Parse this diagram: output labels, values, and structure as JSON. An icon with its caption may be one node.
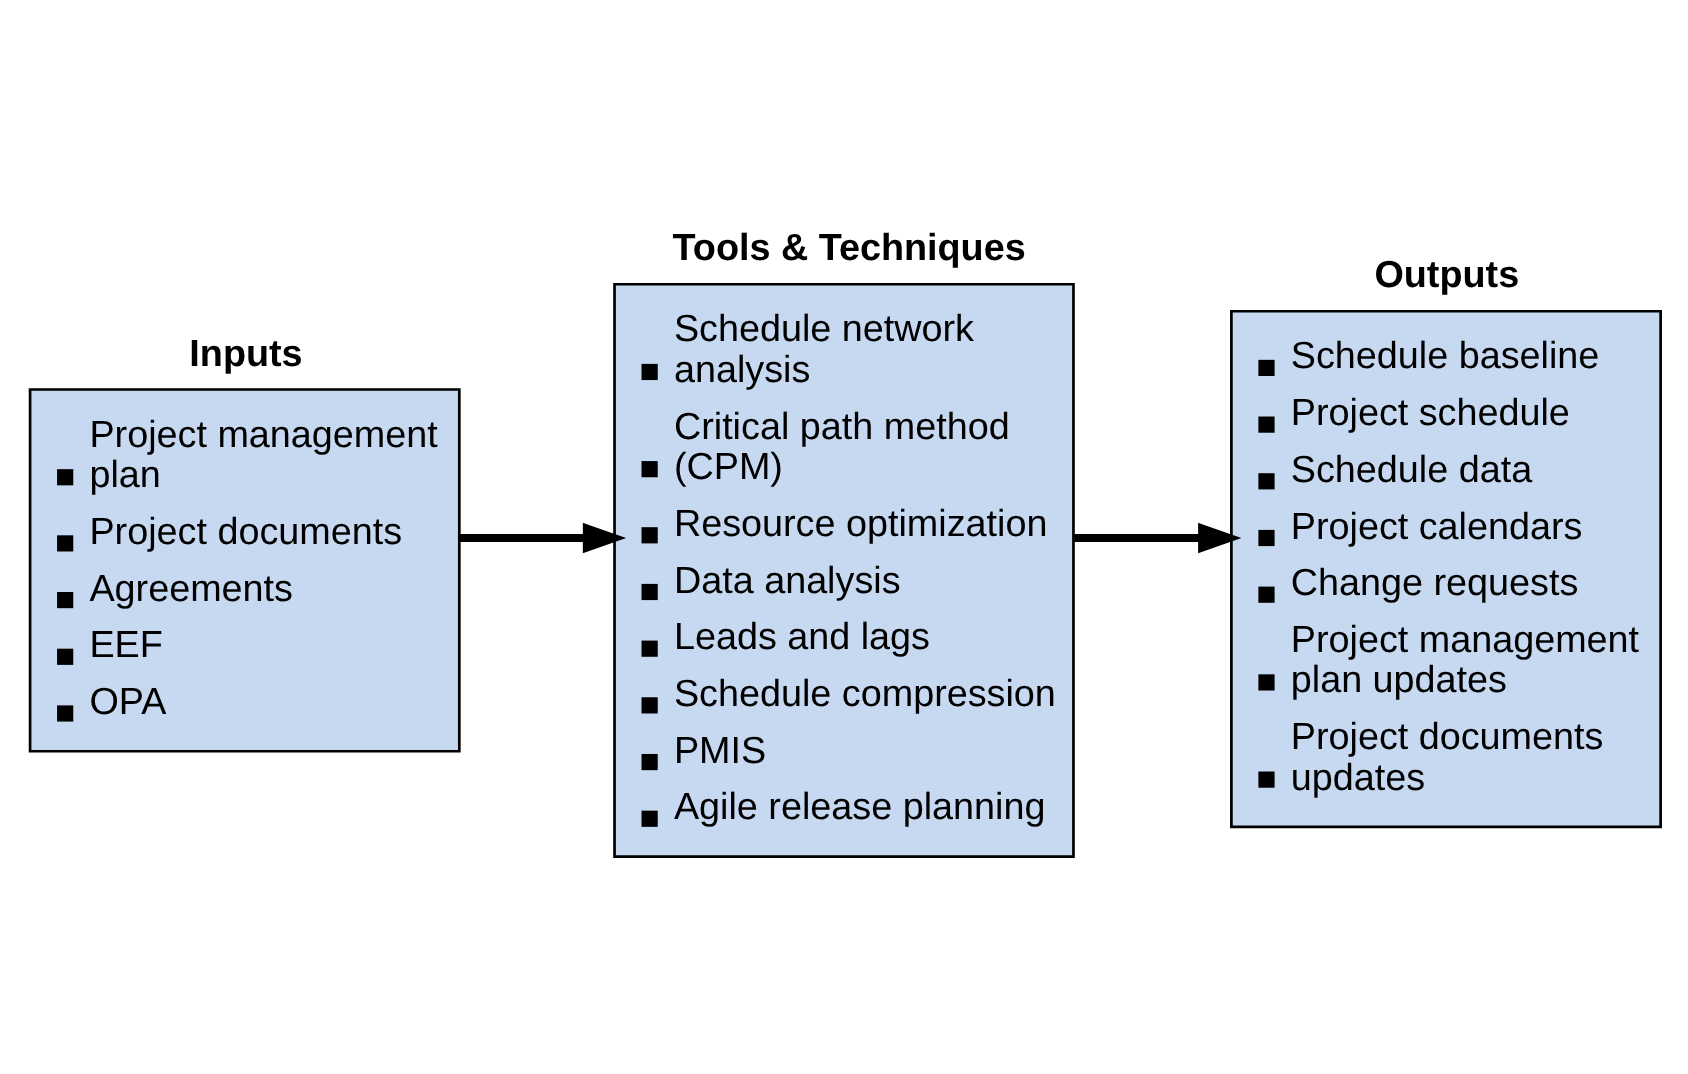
{
  "diagram": {
    "nodes": [
      {
        "text": [
          "Inputs",
          "Project management plan",
          "Project documents",
          "Agreements",
          "EEF",
          "OPA"
        ]
      },
      {
        "text": [
          "Tools & Techniques",
          "Schedule network analysis",
          "Critical path method (CPM)",
          "Resource optimization",
          "Data analysis",
          "Leads and lags",
          "Schedule compression",
          "PMIS",
          "Agile release planning"
        ]
      },
      {
        "text": [
          "Outputs",
          "Schedule baseline",
          "Project schedule",
          "Schedule data",
          "Project calendars",
          "Change requests",
          "Project management plan updates",
          "Project documents updates"
        ]
      }
    ],
    "edges": [
      {
        "from": 0,
        "to": 1,
        "arrow": "to"
      },
      {
        "from": 1,
        "to": 2,
        "arrow": "to"
      }
    ]
  }
}
